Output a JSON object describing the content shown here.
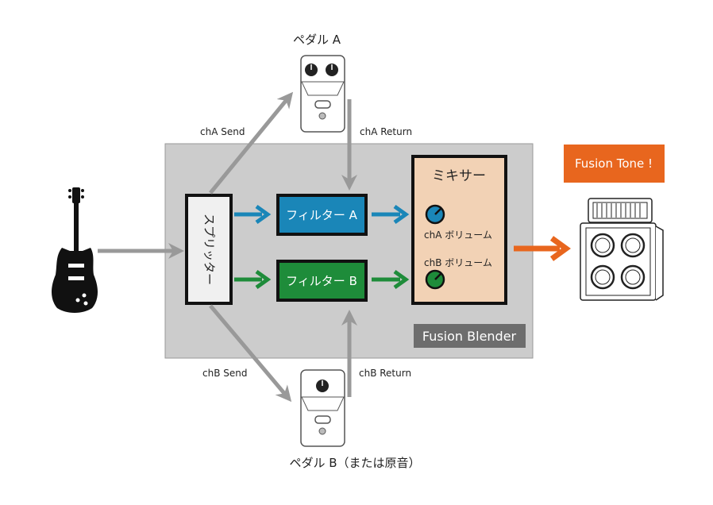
{
  "pedal_a": {
    "label": "ペダル A"
  },
  "pedal_b": {
    "label": "ペダル B（または原音）"
  },
  "sends": {
    "cha_send": "chA Send",
    "cha_return": "chA Return",
    "chb_send": "chB Send",
    "chb_return": "chB Return"
  },
  "splitter": {
    "label": "スプリッター"
  },
  "filter_a": {
    "label": "フィルター A"
  },
  "filter_b": {
    "label": "フィルター B"
  },
  "mixer": {
    "title": "ミキサー",
    "cha_volume": "chA ボリューム",
    "chb_volume": "chB ボリューム"
  },
  "blender": {
    "label": "Fusion Blender"
  },
  "fusion_tone": {
    "label": "Fusion Tone !"
  },
  "colors": {
    "blender_bg": "#cccccc",
    "filter_a": "#1a86b8",
    "filter_b": "#1e8c3a",
    "mixer_bg": "#f2d2b5",
    "output_arrow": "#e8661e",
    "gray_arrow": "#999999",
    "blender_badge": "#6d6d6d"
  }
}
